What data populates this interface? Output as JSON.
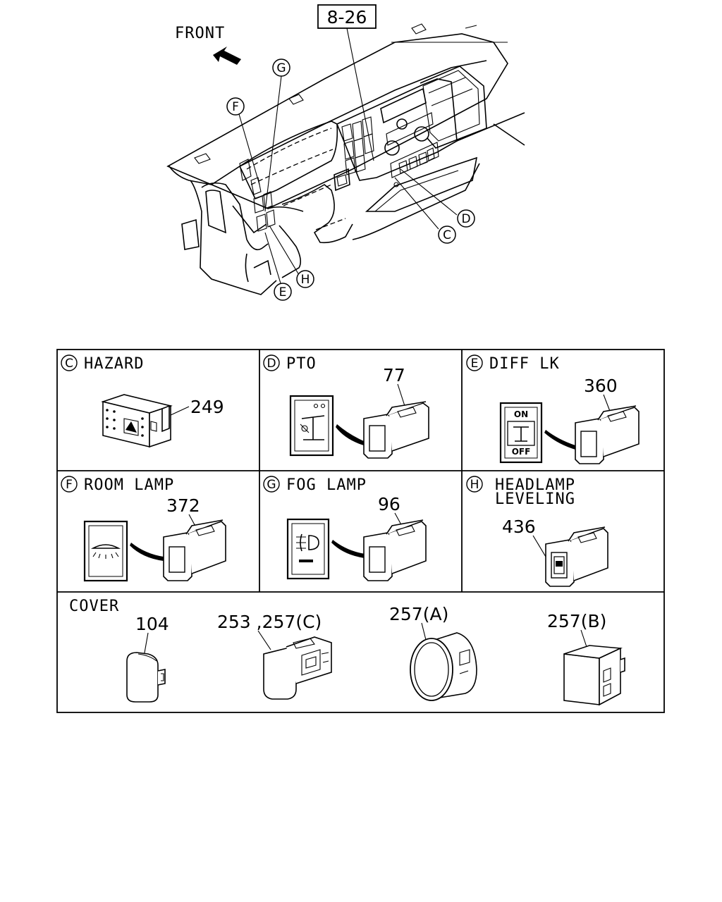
{
  "overview": {
    "front_label": "FRONT",
    "ref_box": "8-26",
    "callouts": [
      "G",
      "F",
      "D",
      "C",
      "H",
      "E"
    ]
  },
  "cells": [
    {
      "letter": "C",
      "title_lines": [
        "HAZARD"
      ],
      "part": "249"
    },
    {
      "letter": "D",
      "title_lines": [
        "PTO"
      ],
      "part": "77"
    },
    {
      "letter": "E",
      "title_lines": [
        "DIFF LK"
      ],
      "part": "360",
      "switch_on": "ON",
      "switch_off": "OFF"
    },
    {
      "letter": "F",
      "title_lines": [
        "ROOM LAMP"
      ],
      "part": "372"
    },
    {
      "letter": "G",
      "title_lines": [
        "FOG LAMP"
      ],
      "part": "96"
    },
    {
      "letter": "H",
      "title_lines": [
        "HEADLAMP",
        "LEVELING"
      ],
      "part": "436"
    }
  ],
  "cover": {
    "title": "COVER",
    "parts": [
      "104",
      "253 ,257(C)",
      "257(A)",
      "257(B)"
    ]
  }
}
